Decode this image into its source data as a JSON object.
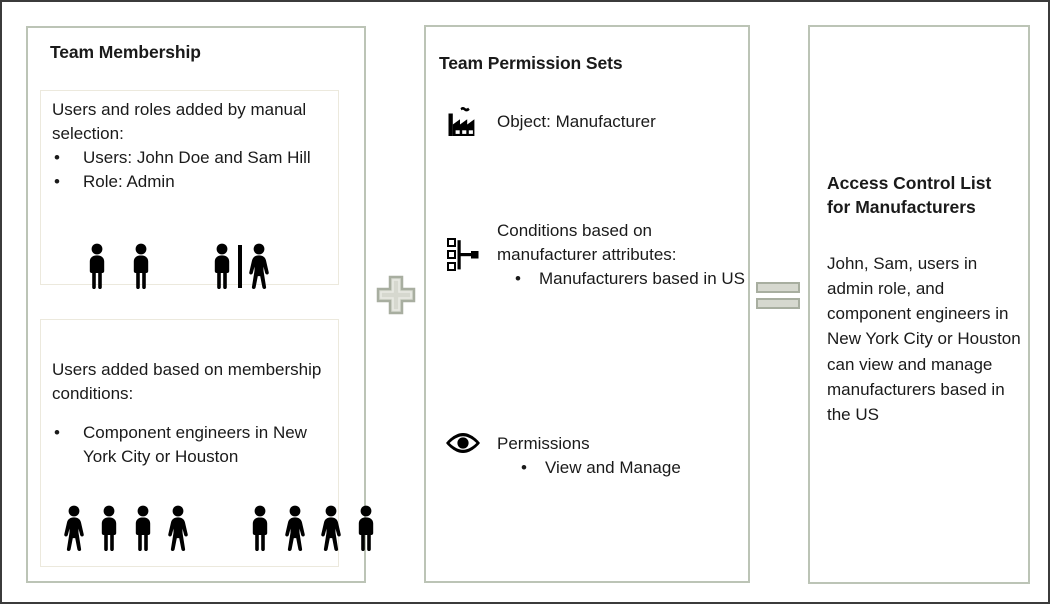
{
  "diagram": {
    "title_membership": "Team Membership",
    "title_permission": "Team Permission Sets",
    "operator_plus": "plus",
    "operator_equals": "equals"
  },
  "membership": {
    "manual_box": {
      "intro": "Users and roles added by manual selection:",
      "bullets": [
        "Users: John Doe and Sam Hill",
        "Role: Admin"
      ],
      "figures": [
        "man",
        "man",
        "man",
        "divider",
        "woman"
      ]
    },
    "condition_box": {
      "intro": "Users added based on membership  conditions:",
      "bullets": [
        "Component engineers in New York City or Houston"
      ],
      "figures": [
        "woman",
        "man",
        "man",
        "woman",
        "man",
        "woman",
        "woman",
        "man"
      ]
    }
  },
  "permission": {
    "object_row": {
      "icon": "factory-icon",
      "text": "Object: Manufacturer"
    },
    "conditions_row": {
      "icon": "hierarchy-icon",
      "intro": "Conditions based on manufacturer attributes:",
      "bullets": [
        "Manufacturers based in US"
      ]
    },
    "permissions_row": {
      "icon": "eye-icon",
      "intro": "Permissions",
      "bullets": [
        "View and Manage"
      ]
    }
  },
  "acl": {
    "title": "Access Control List for Manufacturers",
    "body": "John, Sam, users in admin role, and component engineers in New York City or Houston can view and manage manufacturers based in the US"
  },
  "colors": {
    "panel_border": "#bcc4b6",
    "inner_border": "#ece9dd",
    "operator_fill": "#d6d8cf",
    "operator_stroke": "#a8aea0",
    "text": "#1a1a1a",
    "frame": "#3b3b3b"
  }
}
